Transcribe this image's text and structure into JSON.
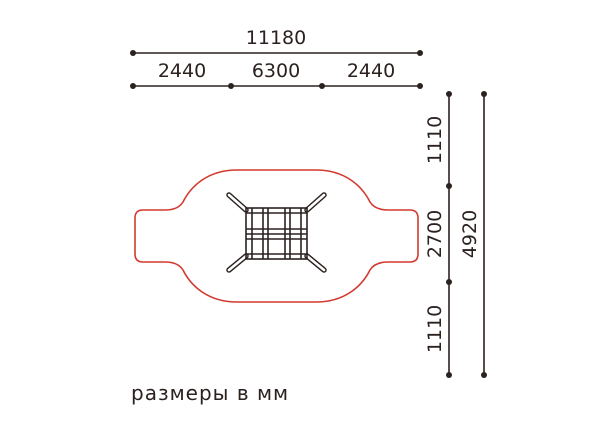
{
  "dimensions": {
    "total_width": "11180",
    "segments": [
      "2440",
      "6300",
      "2440"
    ],
    "right_segments": [
      "1110",
      "2700",
      "1110"
    ],
    "total_height": "4920"
  },
  "note": "размеры в мм",
  "colors": {
    "line": "#2b2220",
    "zone": "#d23a30"
  }
}
